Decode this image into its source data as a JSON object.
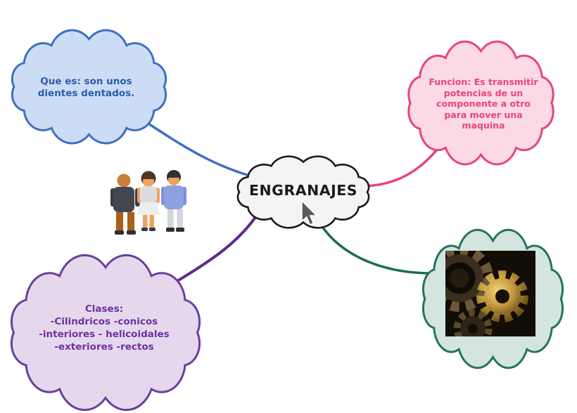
{
  "diagram": {
    "title": "ENGRANAJES mind map",
    "central": {
      "label": "ENGRANAJES",
      "fill": "#f4f4f4",
      "stroke": "#1a1a1a"
    },
    "definition": {
      "lines": [
        "Que es: son unos",
        "dientes dentados."
      ],
      "fill": "#ccdcf4",
      "stroke": "#3e6fc1",
      "text_color": "#2b5cad",
      "connector_color": "#3e6fc1"
    },
    "function": {
      "lines": [
        "Funcion: Es transmitir",
        "potencias de un",
        "componente a otro",
        "para mover una",
        "maquina"
      ],
      "fill": "#fbd9e6",
      "stroke": "#e8447e",
      "text_color": "#e8447e",
      "connector_color": "#e8447e"
    },
    "classes": {
      "lines": [
        "Clases:",
        "-Cilindricos -conicos",
        "-interiores - helicoidales",
        "-exteriores -rectos"
      ],
      "fill": "#e5d8ec",
      "stroke": "#6a3f9e",
      "text_color": "#7030a0",
      "connector_color": "#5b2d8e"
    },
    "image_node": {
      "label": "gears-photo",
      "fill": "#d3e5de",
      "stroke": "#24735f",
      "connector_color": "#1d6b58"
    },
    "icons": {
      "people": "people-group-icon",
      "cursor": "mouse-cursor-icon"
    }
  }
}
